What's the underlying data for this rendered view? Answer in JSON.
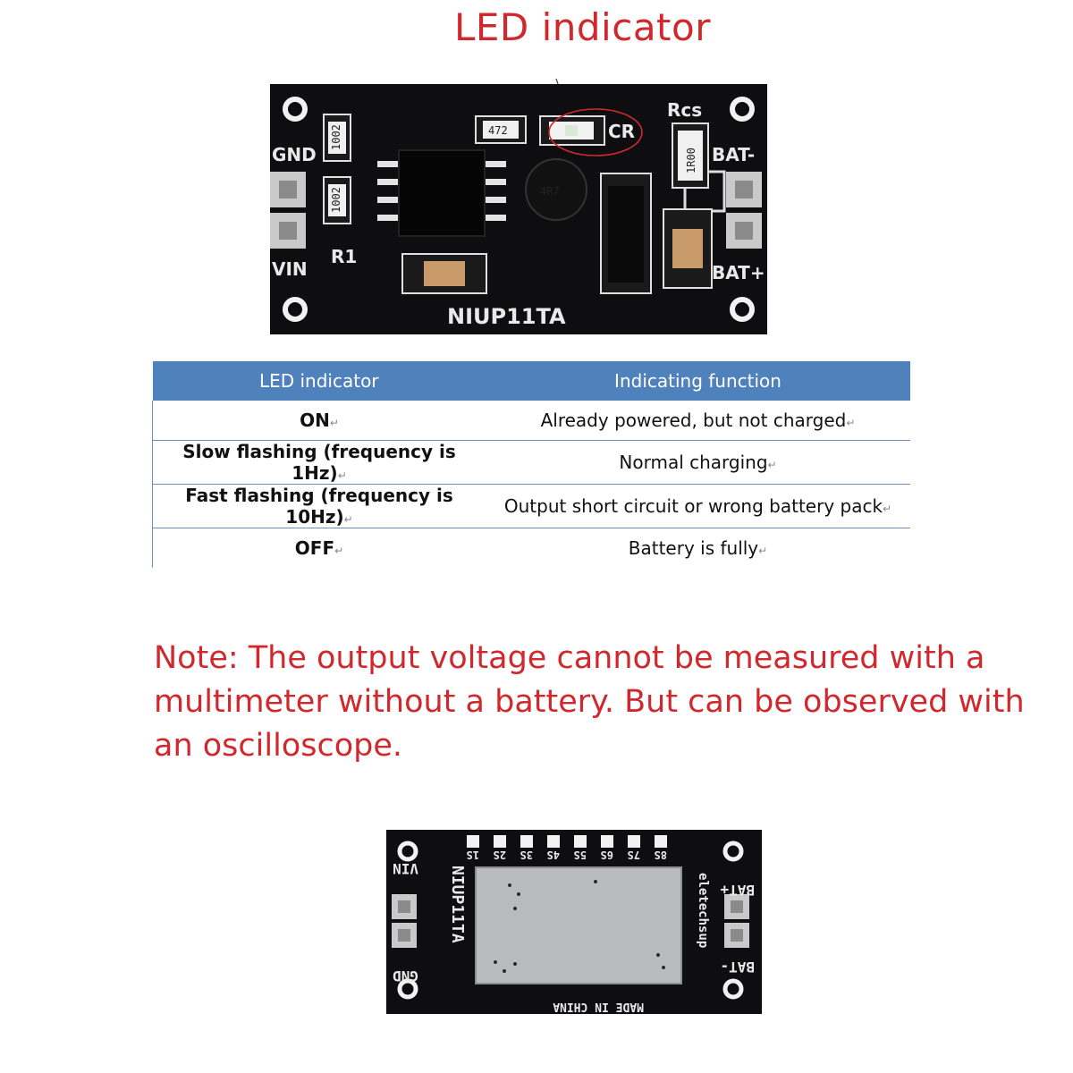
{
  "callout": {
    "label": "LED indicator"
  },
  "board_top": {
    "labels": {
      "gnd": "GND",
      "vin": "VIN",
      "r1": "R1",
      "rcs": "Rcs",
      "cr": "CR",
      "bat_minus": "BAT-",
      "bat_plus": "BAT+",
      "model": "NIUP11TA",
      "r_top": "472",
      "r_vert1": "1002",
      "r_vert2": "1002",
      "r_rcs": "1R00",
      "inductor": "4R7"
    }
  },
  "table": {
    "headers": [
      "LED indicator",
      "Indicating function"
    ],
    "rows": [
      {
        "state": "ON",
        "function": "Already powered, but not charged"
      },
      {
        "state": "Slow flashing (frequency is 1Hz)",
        "function": "Normal charging"
      },
      {
        "state": "Fast flashing (frequency is 10Hz)",
        "function": "Output short circuit or wrong battery pack"
      },
      {
        "state": "OFF",
        "function": "Battery is fully"
      }
    ],
    "paragraph_mark": "↵"
  },
  "note": {
    "text": "Note: The output voltage cannot be measured with a multimeter without a battery. But can be observed with an oscilloscope."
  },
  "board_bottom": {
    "labels": {
      "vin": "VIN",
      "gnd": "GND",
      "model": "NIUP11TA",
      "bat_plus": "BAT+",
      "bat_minus": "BAT-",
      "brand": "eletechsup",
      "made_in": "MADE IN CHINA"
    },
    "cell_labels": [
      "8S",
      "7S",
      "6S",
      "5S",
      "4S",
      "3S",
      "2S",
      "1S"
    ]
  },
  "colors": {
    "accent_red": "#d0282c",
    "table_header": "#4f81bd",
    "pcb": "#0e0e10",
    "silkscreen": "#e9e9e9"
  }
}
